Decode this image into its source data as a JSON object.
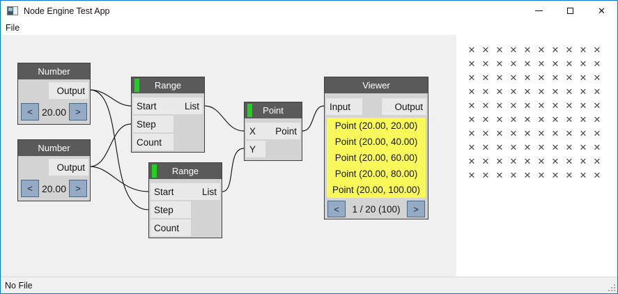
{
  "window": {
    "title": "Node Engine Test App",
    "controls": {
      "minimize": "minimize",
      "maximize": "maximize",
      "close": "✕"
    }
  },
  "menu": {
    "file_label": "File"
  },
  "nodes": {
    "number1": {
      "title": "Number",
      "output": "Output",
      "value": "20.00",
      "dec": "<",
      "inc": ">"
    },
    "number2": {
      "title": "Number",
      "output": "Output",
      "value": "20.00",
      "dec": "<",
      "inc": ">"
    },
    "range1": {
      "title": "Range",
      "inputs": [
        "Start",
        "Step",
        "Count"
      ],
      "output": "List"
    },
    "range2": {
      "title": "Range",
      "inputs": [
        "Start",
        "Step",
        "Count"
      ],
      "output": "List"
    },
    "point": {
      "title": "Point",
      "inputs": [
        "X",
        "Y"
      ],
      "output": "Point"
    },
    "viewer": {
      "title": "Viewer",
      "input": "Input",
      "output": "Output",
      "points": [
        "Point (20.00, 20.00)",
        "Point (20.00, 40.00)",
        "Point (20.00, 60.00)",
        "Point (20.00, 80.00)",
        "Point (20.00, 100.00)"
      ],
      "pager": {
        "prev": "<",
        "label": "1 / 20 (100)",
        "next": ">"
      }
    }
  },
  "render_panel": {
    "marker": "✕",
    "rows": 10,
    "cols": 10
  },
  "status_bar": {
    "text": "No File"
  },
  "colors": {
    "window_border": "#0078d7",
    "canvas": "#f0f0f0",
    "node_title": "#5a5a5a",
    "node_body": "#d3d3d3",
    "port": "#e9e9e9",
    "run_indicator": "#1dd21d",
    "button": "#94abc3",
    "button_border": "#44688c",
    "viewer_highlight": "#f8f85a",
    "marker": "#4a4a4a"
  }
}
